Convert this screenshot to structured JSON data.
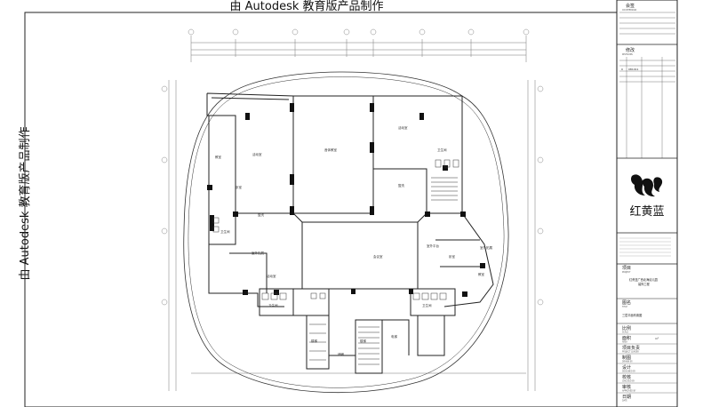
{
  "watermark": "由 Autodesk 教育版产品制作",
  "title_block": {
    "h1": "会签",
    "h1_en": "COUNTERSIGN",
    "h2": "修改",
    "h2_en": "REVISIONS",
    "rev_number": "0",
    "rev_date": "081011",
    "logo_text": "红黄蓝",
    "project_label": "项目",
    "project_label_en": "PROJECT",
    "project_name_1": "红黄蓝广西北海幼儿园",
    "project_name_2": "装饰工程",
    "drawing_label": "图名",
    "drawing_label_en": "TITLE",
    "drawing_name": "三层平面布置图",
    "rows": [
      {
        "label": "比例",
        "en": "SCALE"
      },
      {
        "label": "面积",
        "en": "AREA",
        "value": "m²"
      },
      {
        "label": "项目负责",
        "en": "PROJECT LEADER"
      },
      {
        "label": "制图",
        "en": "DRAWN BY"
      },
      {
        "label": "设计",
        "en": "DESIGNED BY"
      },
      {
        "label": "校核",
        "en": "CHECKED BY"
      },
      {
        "label": "审核",
        "en": "APPROVED BY"
      },
      {
        "label": "日期",
        "en": "DATE"
      }
    ]
  },
  "rooms": {
    "r1": "活动室",
    "r2": "卧室",
    "r3": "盥洗",
    "r4": "室外拓展",
    "r5": "音体教室",
    "r6": "会议室",
    "r7": "活动室",
    "r8": "活动室",
    "r9": "盥洗",
    "r10": "室外平台",
    "r11": "室外拓展",
    "r12": "卫生间",
    "r13": "楼梯",
    "r14": "卫生间",
    "r15": "楼梯",
    "r16": "电梯",
    "r17": "卧室",
    "r18": "教室",
    "r19": "卫生间",
    "r20": "储藏",
    "r21": "教室",
    "r22": "卫生间"
  }
}
